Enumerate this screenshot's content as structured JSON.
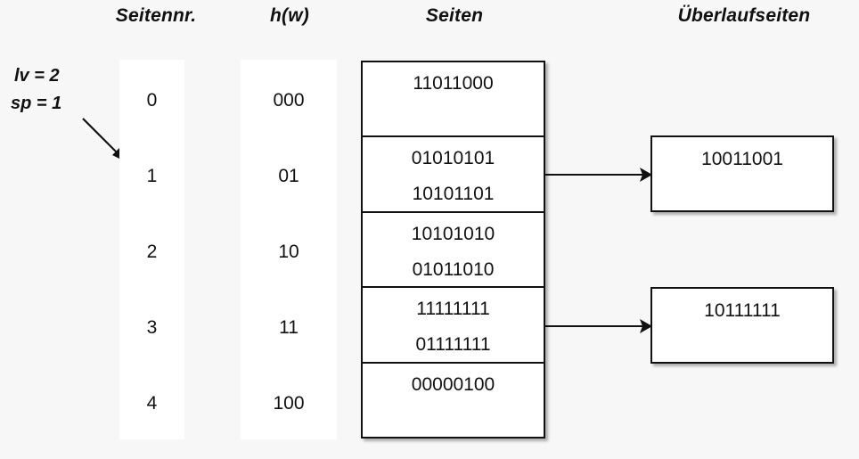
{
  "headers": {
    "seitennr": "Seitennr.",
    "hw": "h(w)",
    "seiten": "Seiten",
    "ueberlaufseiten": "Überlaufseiten"
  },
  "annotations": {
    "lv": "lv = 2",
    "sp": "sp = 1",
    "pointer_icon": "diagonal-arrow-icon"
  },
  "colors": {
    "background": "#f7f7f7",
    "box_fill": "#ffffff",
    "stroke": "#111111",
    "text": "#0a0a0a"
  },
  "rows": [
    {
      "seitennr": "0",
      "hw": "000",
      "records": [
        "11011000"
      ],
      "overflow": null
    },
    {
      "seitennr": "1",
      "hw": "01",
      "records": [
        "01010101",
        "10101101"
      ],
      "overflow": "10011001"
    },
    {
      "seitennr": "2",
      "hw": "10",
      "records": [
        "10101010",
        "01011010"
      ],
      "overflow": null
    },
    {
      "seitennr": "3",
      "hw": "11",
      "records": [
        "11111111",
        "01111111"
      ],
      "overflow": "10111111"
    },
    {
      "seitennr": "4",
      "hw": "100",
      "records": [
        "00000100"
      ],
      "overflow": null
    }
  ],
  "overflow_pages": [
    {
      "value": "10011001",
      "from_row": 1
    },
    {
      "value": "10111111",
      "from_row": 3
    }
  ],
  "arrows": [
    {
      "name": "overflow-arrow-row1",
      "icon": "right-arrow-icon"
    },
    {
      "name": "overflow-arrow-row3",
      "icon": "right-arrow-icon"
    }
  ]
}
